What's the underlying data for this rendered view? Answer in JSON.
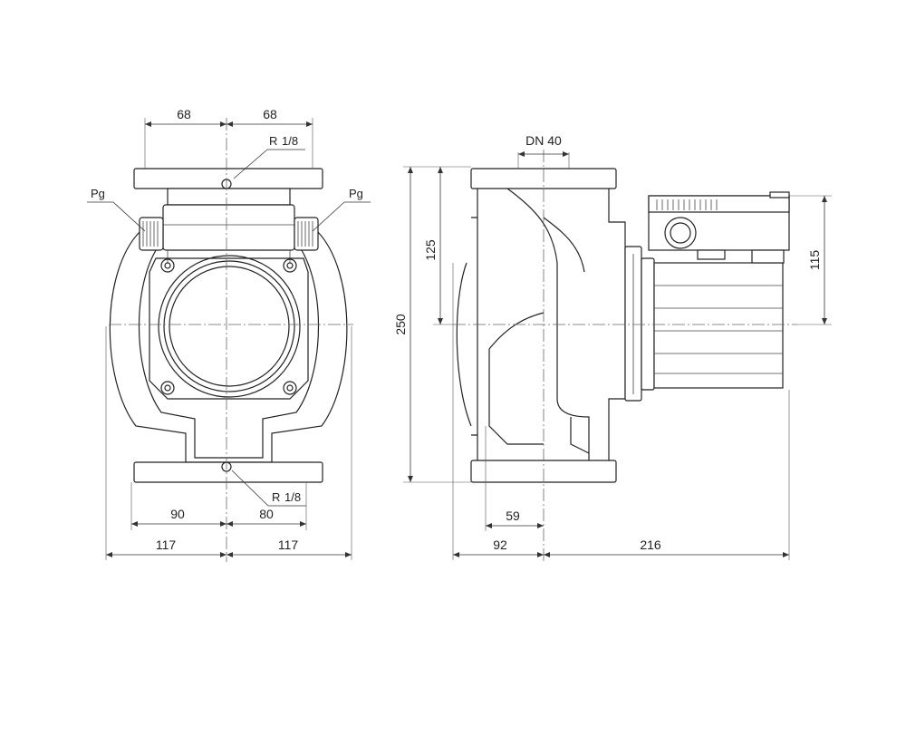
{
  "dimensions": {
    "front_top_left": "68",
    "front_top_right": "68",
    "front_bottom_left_inner": "90",
    "front_bottom_right_inner": "80",
    "front_bottom_left_outer": "117",
    "front_bottom_right_outer": "117",
    "side_dn": "DN 40",
    "side_height_total": "250",
    "side_height_half": "125",
    "side_motor_height": "115",
    "side_bottom_inner": "59",
    "side_bottom_left": "92",
    "side_bottom_right": "216"
  },
  "labels": {
    "thread_top_prefix": "R",
    "thread_bottom_prefix": "R",
    "thread_fraction": "1/8",
    "pg_left": "Pg",
    "pg_right": "Pg"
  }
}
